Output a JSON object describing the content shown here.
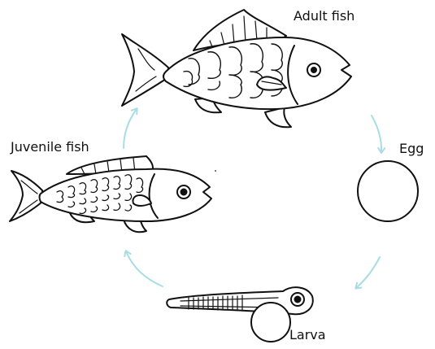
{
  "labels": {
    "adult": "Adult fish",
    "egg": "Egg",
    "larva": "Larva",
    "juvenile": "Juvenile fish"
  },
  "colors": {
    "arrow": "#a8dde4",
    "outline": "#111111",
    "background": "#ffffff"
  }
}
